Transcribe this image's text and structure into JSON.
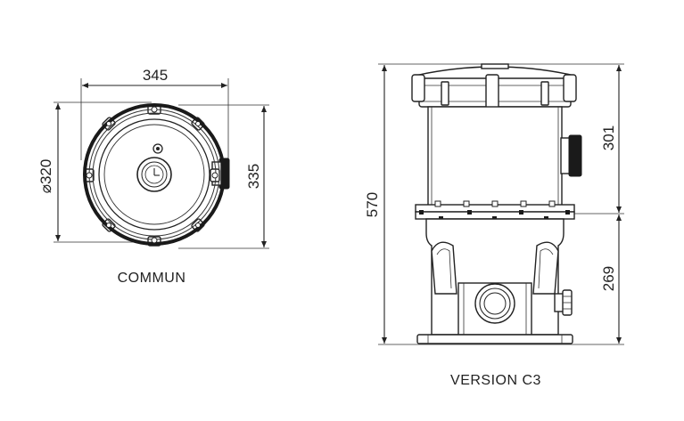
{
  "left_view": {
    "width_dim": "345",
    "diameter_dim": "⌀320",
    "depth_dim": "335",
    "caption": "COMMUN"
  },
  "right_view": {
    "total_height_dim": "570",
    "upper_height_dim": "301",
    "lower_height_dim": "269",
    "caption": "VERSION C3"
  }
}
